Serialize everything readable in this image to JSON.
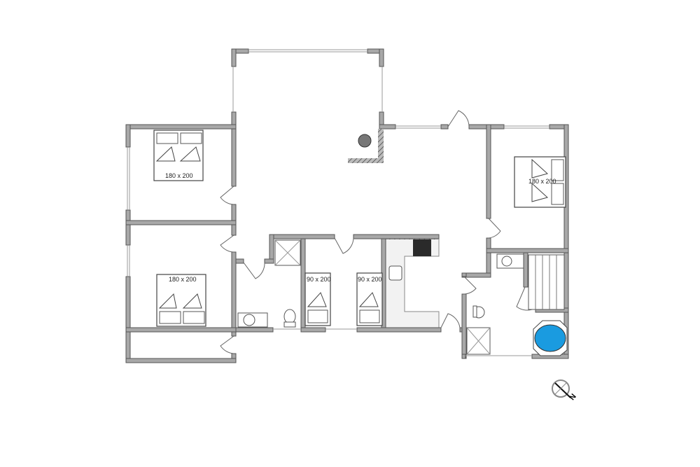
{
  "title": "Floor plan",
  "rooms": {
    "bedroom_1": {
      "bed_size": "180 x 200"
    },
    "bedroom_2": {
      "bed_size": "180 x 200"
    },
    "bedroom_3": {
      "bed_size": "180 x 200"
    },
    "bedroom_4a": {
      "bed_size": "90 x 200"
    },
    "bedroom_4b": {
      "bed_size": "90 x 200"
    }
  },
  "compass": {
    "north_label": "N"
  },
  "colors": {
    "wall": "#a8a8a8",
    "spa": "#1a9be0",
    "stove": "#2a2a2a",
    "kitchen": "#f2f2f2"
  }
}
